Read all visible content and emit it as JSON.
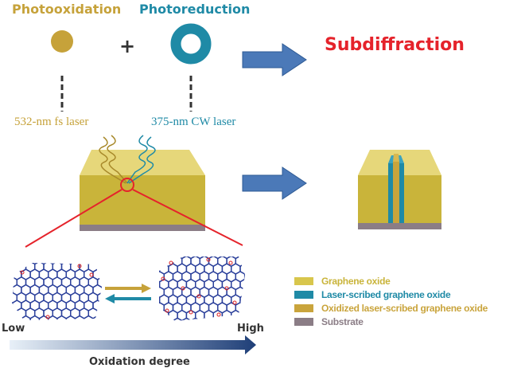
{
  "colors": {
    "photooxidation": "#c6a23a",
    "photoreduction": "#1f8aa6",
    "graphene_oxide": "#d8c64c",
    "laser_scribed": "#1f8aa6",
    "oxidized": "#c9a43c",
    "substrate": "#8b7d86",
    "highlight": "#e5232b",
    "arrow": "#4b79b8"
  },
  "top": {
    "photooxidation_label": "Photooxidation",
    "photoreduction_label": "Photoreduction",
    "plus": "+",
    "result_label": "Subdiffraction",
    "fs_laser_label": "532-nm fs laser",
    "cw_laser_label": "375-nm CW laser"
  },
  "scale": {
    "low": "Low",
    "high": "High",
    "title": "Oxidation degree"
  },
  "legend": [
    {
      "label": "Graphene oxide",
      "color": "#d8c64c"
    },
    {
      "label": "Laser-scribed graphene oxide",
      "color": "#1f8aa6"
    },
    {
      "label": "Oxidized laser-scribed graphene oxide",
      "color": "#c9a43c"
    },
    {
      "label": "Substrate",
      "color": "#8b7d86"
    }
  ]
}
